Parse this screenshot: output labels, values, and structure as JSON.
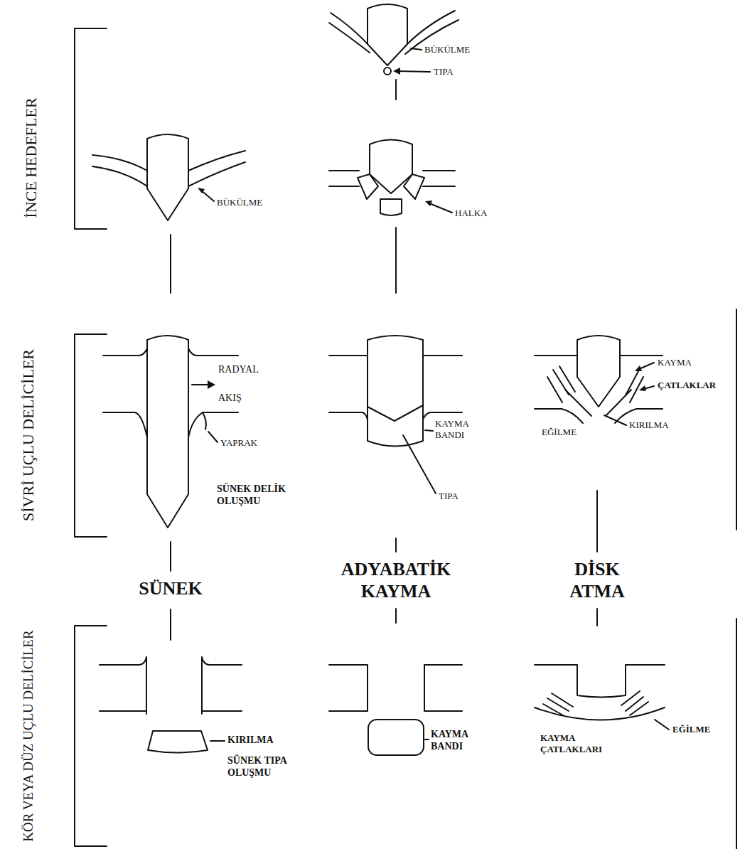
{
  "diagram": {
    "labels": [
      "İNCE HEDEFLER",
      "BÜKÜLME",
      "TIPA",
      "BÜKÜLME",
      "HALKA",
      "SİVRİ UÇLU DELİCİLER",
      "RADYAL AKIŞ",
      "YAPRAK",
      "SÜNEK DELİK OLUŞMU",
      "KAYMA BANDI",
      "TIPA",
      "KAYMA",
      "ÇATLAKLAR",
      "KIRILMA",
      "EĞİLME",
      "SÜNEK",
      "ADYABATİK KAYMA",
      "DİSK ATMA",
      "KÖR VEYA DÜZ UÇLU DELİCİLER",
      "KIRILMA",
      "SÜNEK TIPA OLUŞMU",
      "KAYMA BANDI",
      "KAYMA ÇATLAKLARI",
      "EĞİLME"
    ]
  }
}
